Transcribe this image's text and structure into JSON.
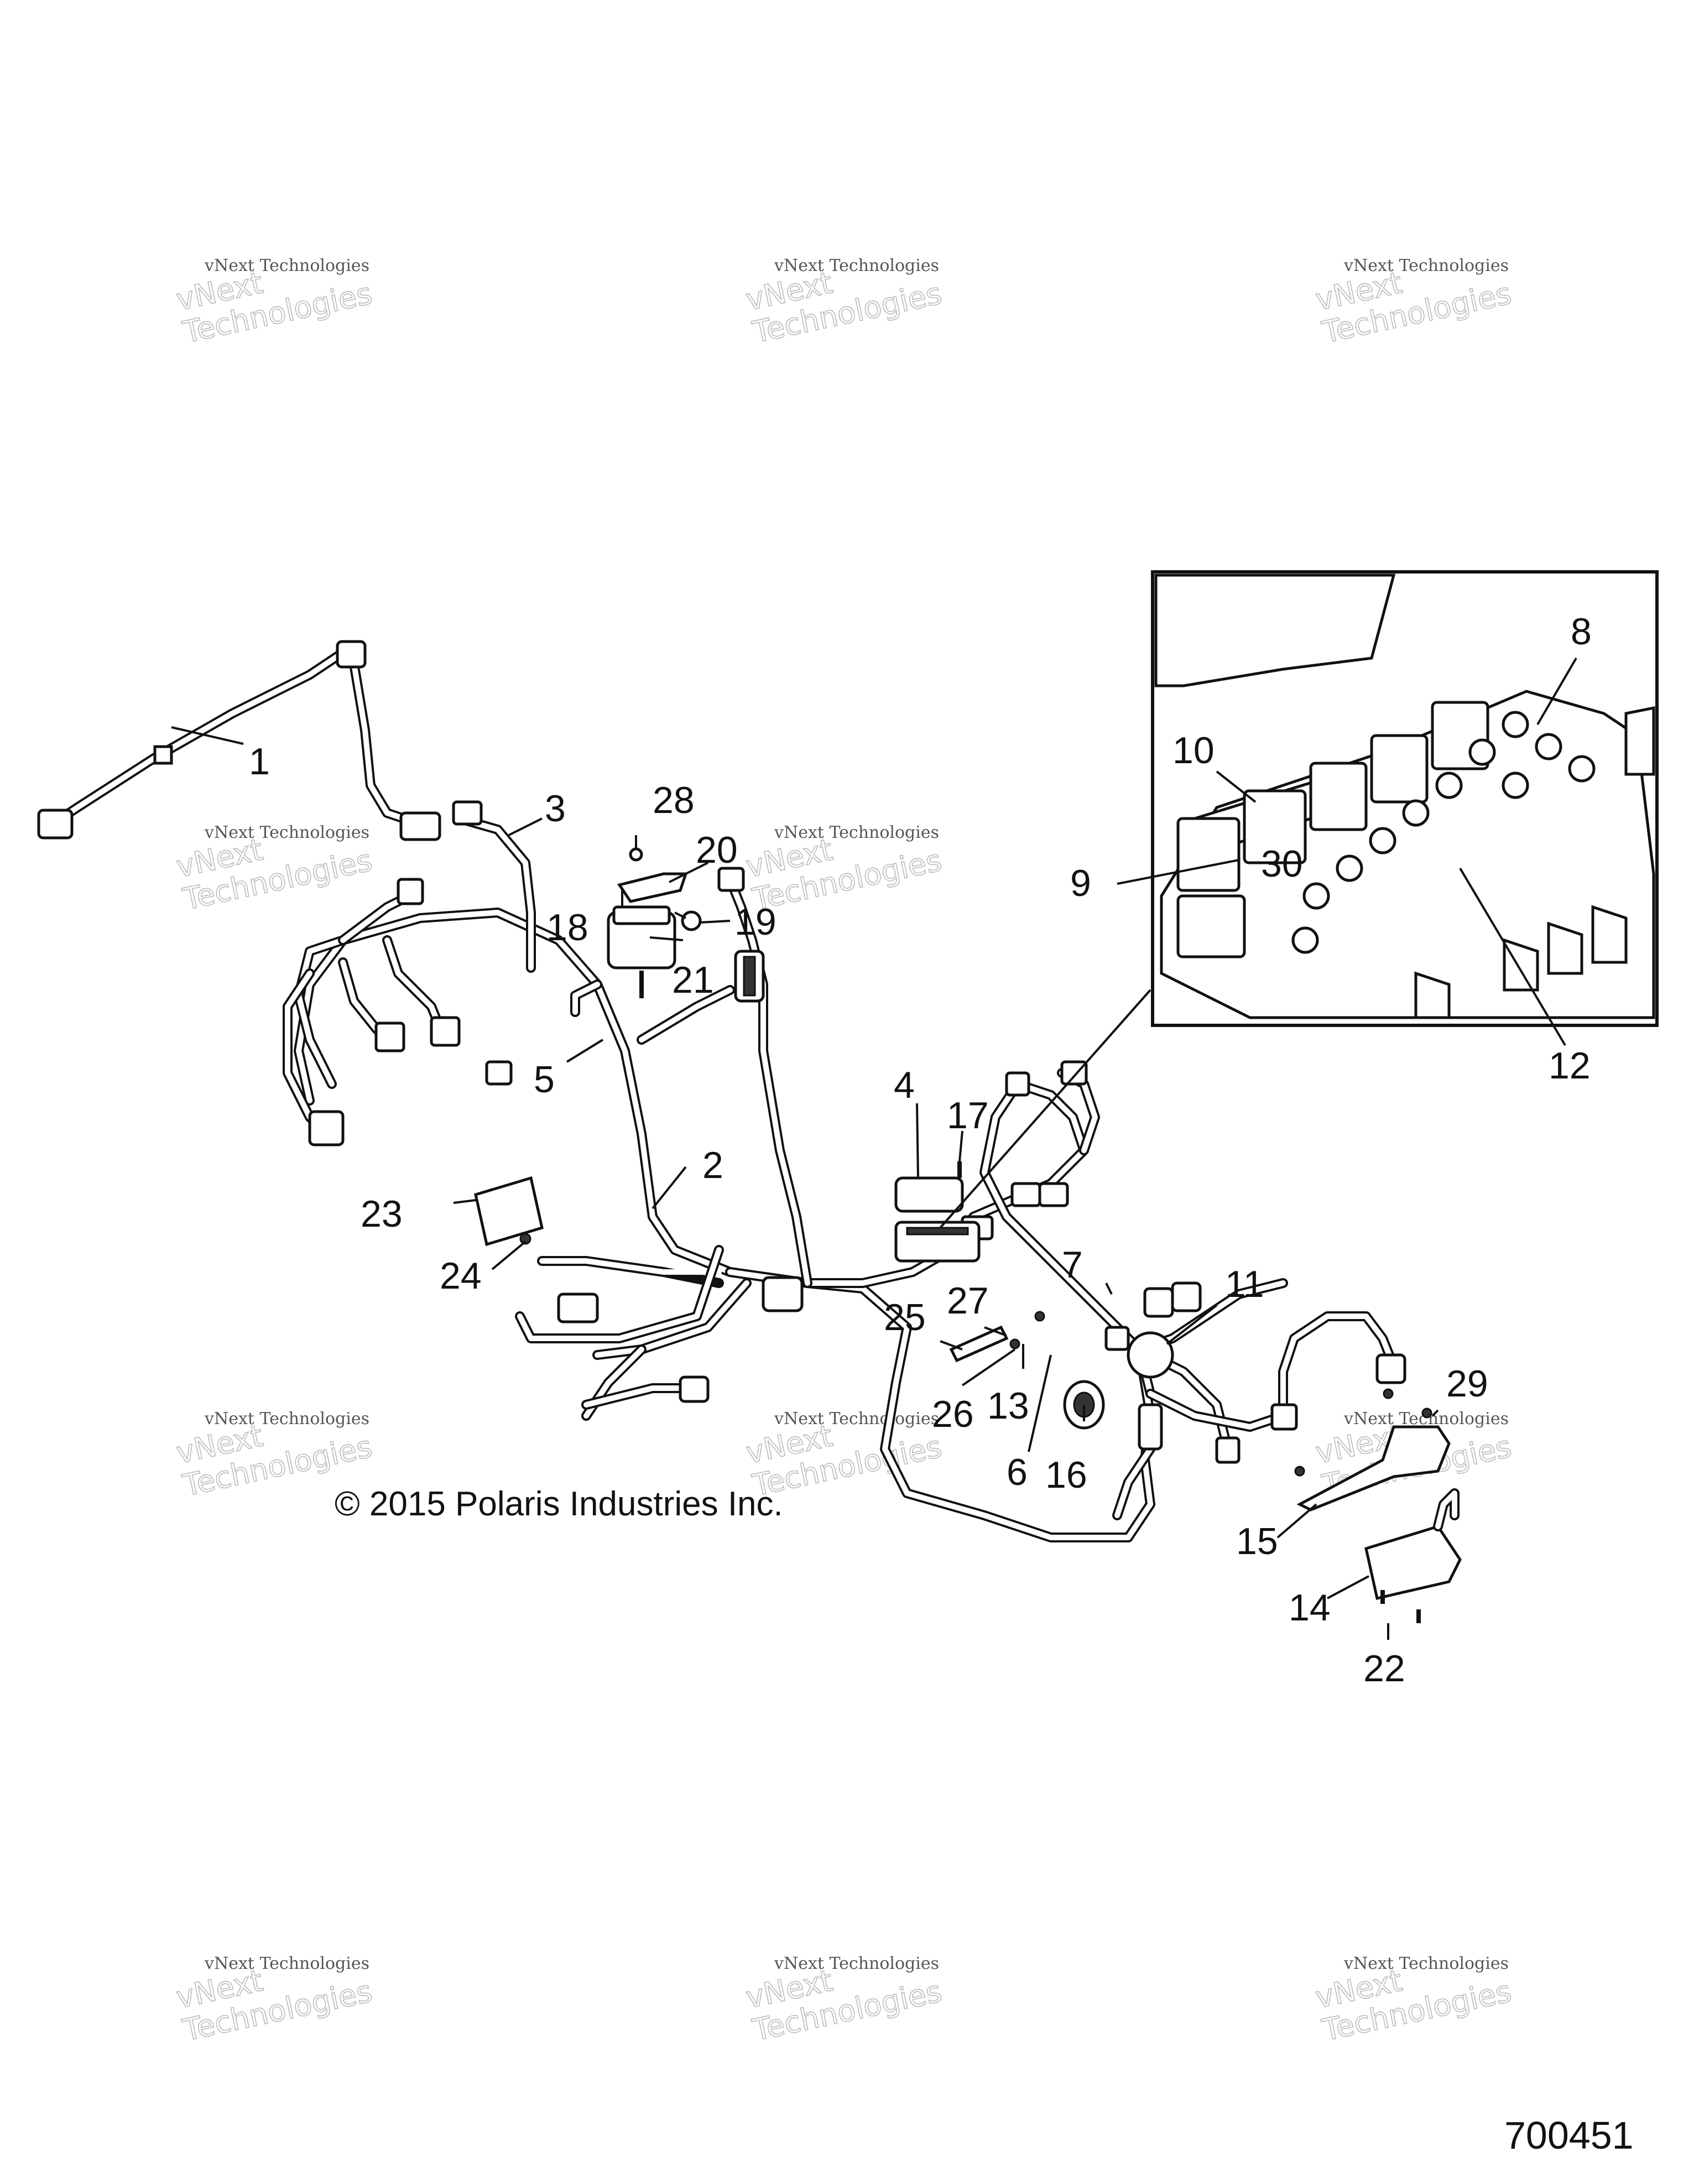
{
  "copyright": "© 2015 Polaris Industries Inc.",
  "figure_number": "700451",
  "watermark": {
    "line1": "vNext Technologies",
    "line2": "vNext\nTechnologies"
  },
  "callouts": {
    "c1": "1",
    "c2": "2",
    "c3": "3",
    "c4": "4",
    "c5": "5",
    "c6": "6",
    "c7": "7",
    "c8": "8",
    "c9": "9",
    "c10": "10",
    "c11": "11",
    "c12": "12",
    "c13": "13",
    "c14": "14",
    "c15": "15",
    "c16": "16",
    "c17": "17",
    "c18": "18",
    "c19": "19",
    "c20": "20",
    "c21": "21",
    "c22": "22",
    "c23": "23",
    "c24": "24",
    "c25": "25",
    "c26": "26",
    "c27": "27",
    "c28": "28",
    "c29": "29"
  },
  "inset_relay_label": "30"
}
